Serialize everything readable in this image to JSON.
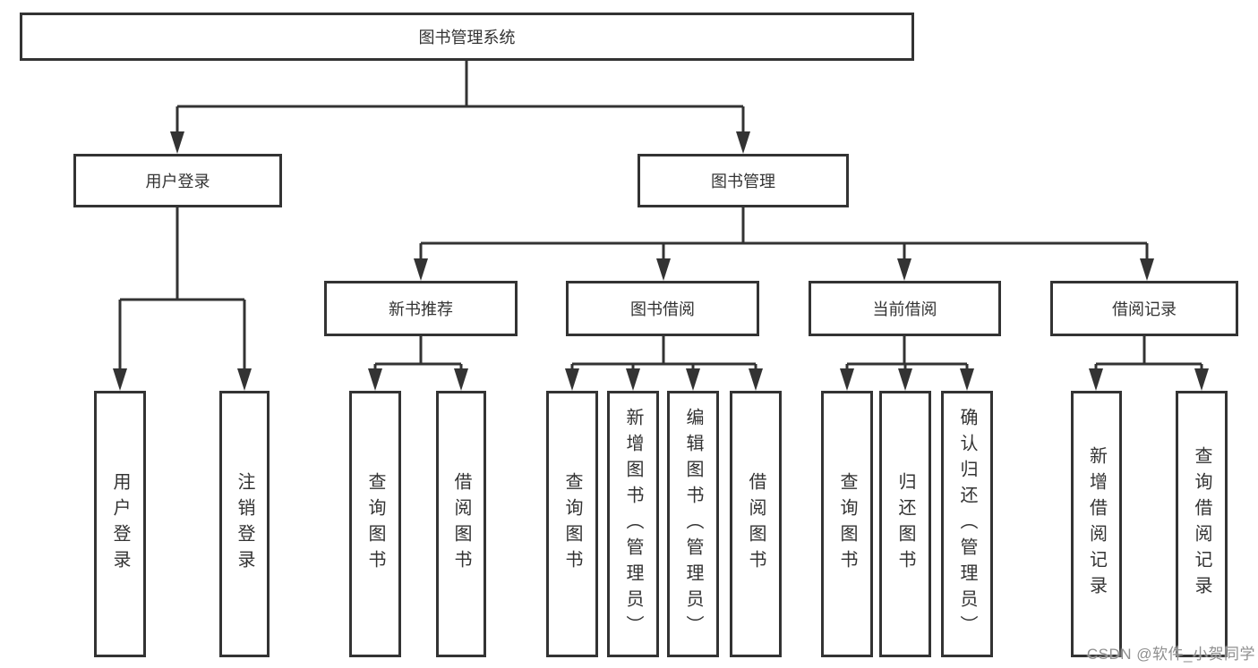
{
  "tree": {
    "root": {
      "label": "图书管理系统"
    },
    "children": [
      {
        "label": "用户登录",
        "children": [
          {
            "label": "用户登录"
          },
          {
            "label": "注销登录"
          }
        ]
      },
      {
        "label": "图书管理",
        "children": [
          {
            "label": "新书推荐",
            "children": [
              {
                "label": "查询图书"
              },
              {
                "label": "借阅图书"
              }
            ]
          },
          {
            "label": "图书借阅",
            "children": [
              {
                "label": "查询图书"
              },
              {
                "label": "新增图书（管理员）"
              },
              {
                "label": "编辑图书（管理员）"
              },
              {
                "label": "借阅图书"
              }
            ]
          },
          {
            "label": "当前借阅",
            "children": [
              {
                "label": "查询图书"
              },
              {
                "label": "归还图书"
              },
              {
                "label": "确认归还（管理员）"
              }
            ]
          },
          {
            "label": "借阅记录",
            "children": [
              {
                "label": "新增借阅记录"
              },
              {
                "label": "查询借阅记录"
              }
            ]
          }
        ]
      }
    ]
  },
  "watermark": {
    "text": "CSDN @软件_小贺同学"
  },
  "colors": {
    "line": "#333333",
    "text": "#333333",
    "box_border": "#333333",
    "box_background": "#ffffff",
    "page_background": "#ffffff",
    "watermark": "#8f8f8f"
  }
}
